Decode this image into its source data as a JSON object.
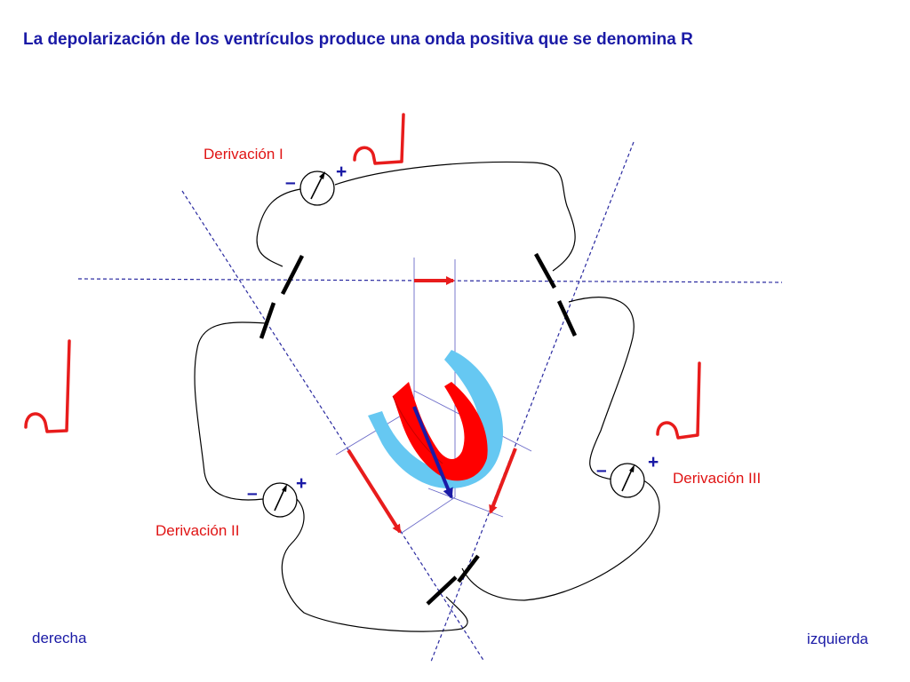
{
  "title": "La depolarización de los ventrículos produce una onda positiva que se denomina R",
  "leads": {
    "lead1": {
      "label": "Derivación I",
      "minus": "–",
      "plus": "+"
    },
    "lead2": {
      "label": "Derivación II",
      "minus": "–",
      "plus": "+"
    },
    "lead3": {
      "label": "Derivación III",
      "minus": "–",
      "plus": "+"
    }
  },
  "sides": {
    "right": "derecha",
    "left": "izquierda"
  },
  "colors": {
    "title": "#1a1aa6",
    "lead_label": "#e01414",
    "projection_arrow": "#e81c1c",
    "vector_arrow": "#1a1aa6",
    "axis_lines": "#2a2aa0",
    "ventricle_outer": "#66c8f2",
    "ventricle_inner": "#ff0000"
  },
  "icons": [
    "galvanometer-icon",
    "ecg-r-wave-icon",
    "heart-ventricles-icon"
  ]
}
